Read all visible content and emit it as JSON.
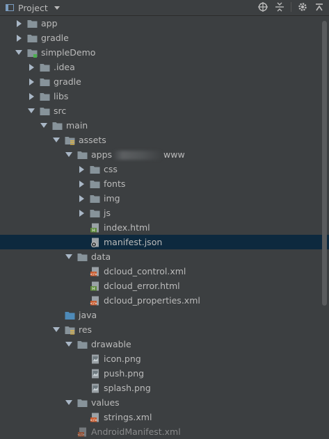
{
  "toolbar": {
    "project_label": "Project",
    "icons": [
      "target-icon",
      "collapse-icon",
      "gear-icon",
      "hide-icon"
    ]
  },
  "tree": [
    {
      "label": "app",
      "depth": 0,
      "arrow": "right",
      "icon": "folder"
    },
    {
      "label": "gradle",
      "depth": 0,
      "arrow": "right",
      "icon": "folder"
    },
    {
      "label": "simpleDemo",
      "depth": 0,
      "arrow": "down",
      "icon": "module"
    },
    {
      "label": ".idea",
      "depth": 1,
      "arrow": "right",
      "icon": "folder"
    },
    {
      "label": "gradle",
      "depth": 1,
      "arrow": "right",
      "icon": "folder"
    },
    {
      "label": "libs",
      "depth": 1,
      "arrow": "right",
      "icon": "folder"
    },
    {
      "label": "src",
      "depth": 1,
      "arrow": "down",
      "icon": "folder"
    },
    {
      "label": "main",
      "depth": 2,
      "arrow": "down",
      "icon": "folder"
    },
    {
      "label": "assets",
      "depth": 3,
      "arrow": "down",
      "icon": "folder-res"
    },
    {
      "label": "apps",
      "suffix": "www",
      "depth": 4,
      "arrow": "down",
      "icon": "folder",
      "redacted": true
    },
    {
      "label": "css",
      "depth": 5,
      "arrow": "right",
      "icon": "folder"
    },
    {
      "label": "fonts",
      "depth": 5,
      "arrow": "right",
      "icon": "folder"
    },
    {
      "label": "img",
      "depth": 5,
      "arrow": "right",
      "icon": "folder"
    },
    {
      "label": "js",
      "depth": 5,
      "arrow": "right",
      "icon": "folder"
    },
    {
      "label": "index.html",
      "depth": 5,
      "arrow": "none",
      "icon": "html"
    },
    {
      "label": "manifest.json",
      "depth": 5,
      "arrow": "none",
      "icon": "json",
      "selected": true
    },
    {
      "label": "data",
      "depth": 4,
      "arrow": "down",
      "icon": "folder"
    },
    {
      "label": "dcloud_control.xml",
      "depth": 5,
      "arrow": "none",
      "icon": "xml"
    },
    {
      "label": "dcloud_error.html",
      "depth": 5,
      "arrow": "none",
      "icon": "html"
    },
    {
      "label": "dcloud_properties.xml",
      "depth": 5,
      "arrow": "none",
      "icon": "xml"
    },
    {
      "label": "java",
      "depth": 3,
      "arrow": "none",
      "icon": "folder-src"
    },
    {
      "label": "res",
      "depth": 3,
      "arrow": "down",
      "icon": "folder-res"
    },
    {
      "label": "drawable",
      "depth": 4,
      "arrow": "down",
      "icon": "folder"
    },
    {
      "label": "icon.png",
      "depth": 5,
      "arrow": "none",
      "icon": "png"
    },
    {
      "label": "push.png",
      "depth": 5,
      "arrow": "none",
      "icon": "png"
    },
    {
      "label": "splash.png",
      "depth": 5,
      "arrow": "none",
      "icon": "png"
    },
    {
      "label": "values",
      "depth": 4,
      "arrow": "down",
      "icon": "folder"
    },
    {
      "label": "strings.xml",
      "depth": 5,
      "arrow": "none",
      "icon": "xml"
    },
    {
      "label": "AndroidManifest.xml",
      "depth": 4,
      "arrow": "none",
      "icon": "xml",
      "partial": true
    }
  ],
  "colors": {
    "background": "#3c3f41",
    "selection": "#0d293e",
    "folder": "#87939a",
    "source_folder": "#4e8ab8",
    "xml": "#c75a2e",
    "html": "#5f8b3e"
  }
}
